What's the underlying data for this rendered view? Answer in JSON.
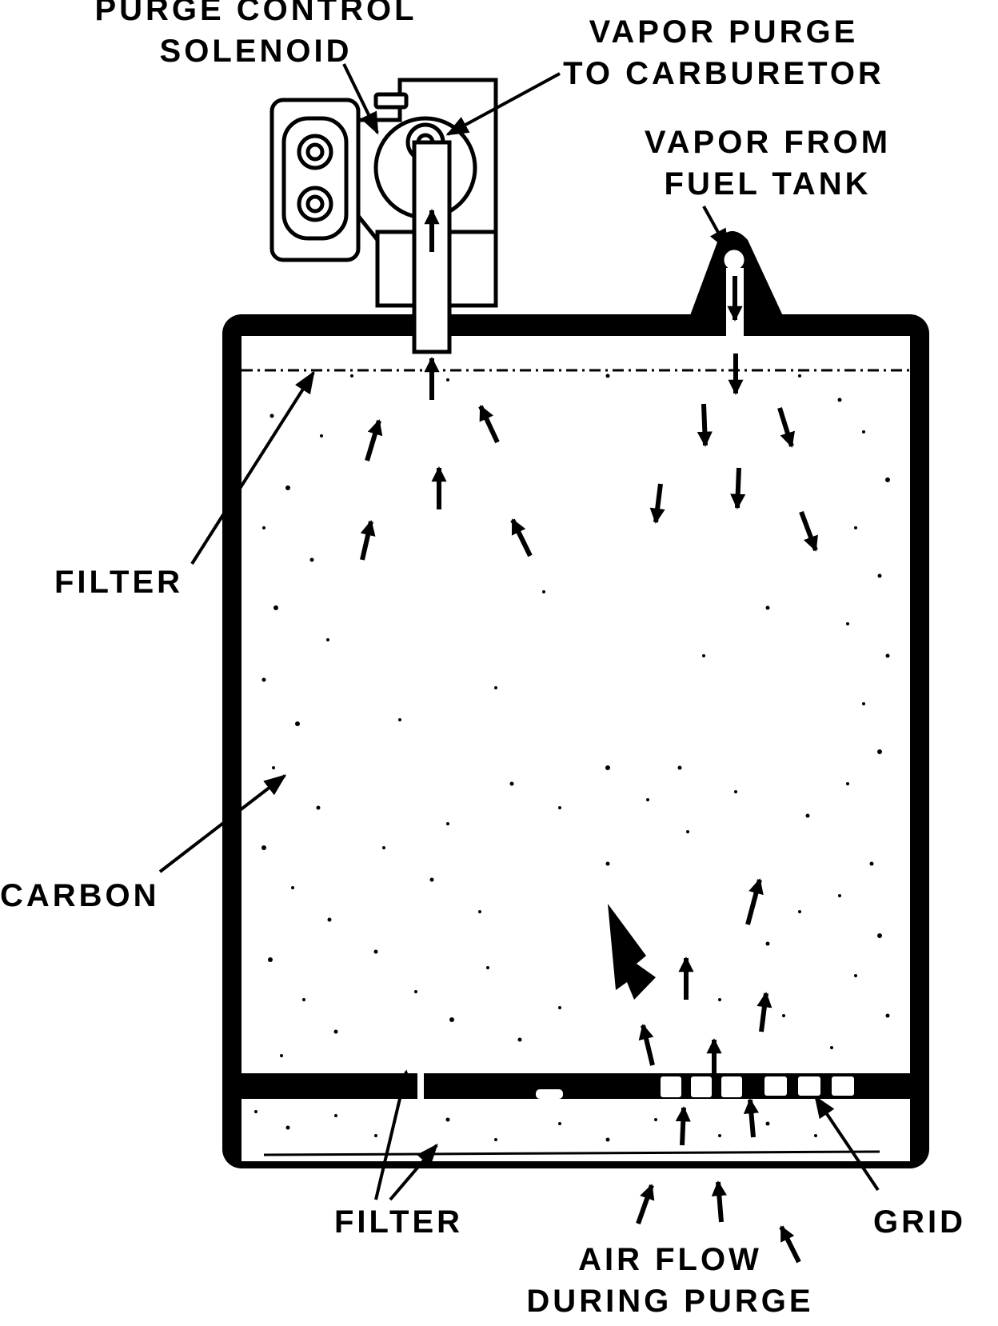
{
  "labels": {
    "purge_control_solenoid": [
      "PURGE CONTROL",
      "SOLENOID"
    ],
    "vapor_purge": [
      "VAPOR PURGE",
      "TO CARBURETOR"
    ],
    "vapor_from_tank": [
      "VAPOR FROM",
      "FUEL TANK"
    ],
    "filter_top": "FILTER",
    "carbon": "CARBON",
    "filter_bottom": "FILTER",
    "grid": "GRID",
    "air_flow": [
      "AIR FLOW",
      "DURING PURGE"
    ]
  },
  "colors": {
    "ink": "#000000",
    "paper": "#ffffff"
  }
}
